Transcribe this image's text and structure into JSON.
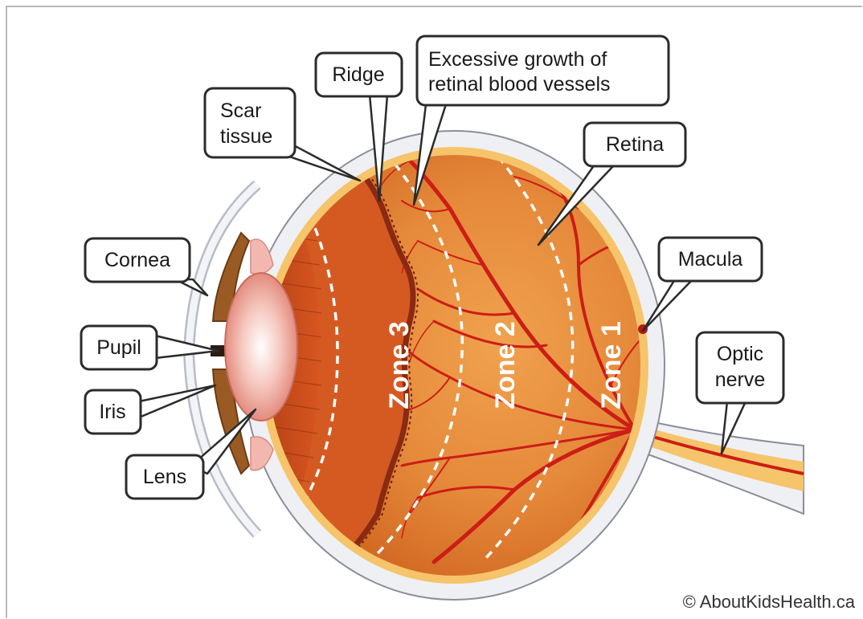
{
  "labels": {
    "scar_tissue_line1": "Scar",
    "scar_tissue_line2": "tissue",
    "ridge": "Ridge",
    "excessive_line1": "Excessive growth of",
    "excessive_line2": "retinal blood vessels",
    "retina": "Retina",
    "macula": "Macula",
    "cornea": "Cornea",
    "pupil": "Pupil",
    "iris": "Iris",
    "lens": "Lens",
    "optic_line1": "Optic",
    "optic_line2": "nerve"
  },
  "zones": {
    "zone1": "Zone 1",
    "zone2": "Zone 2",
    "zone3": "Zone 3"
  },
  "copyright": "© AboutKidsHealth.ca",
  "colors": {
    "retina_orange": "#e08a3a",
    "vessel_red": "#cc1d16",
    "sclera_yellow": "#f6c46a",
    "outline": "#2b2b2b"
  }
}
